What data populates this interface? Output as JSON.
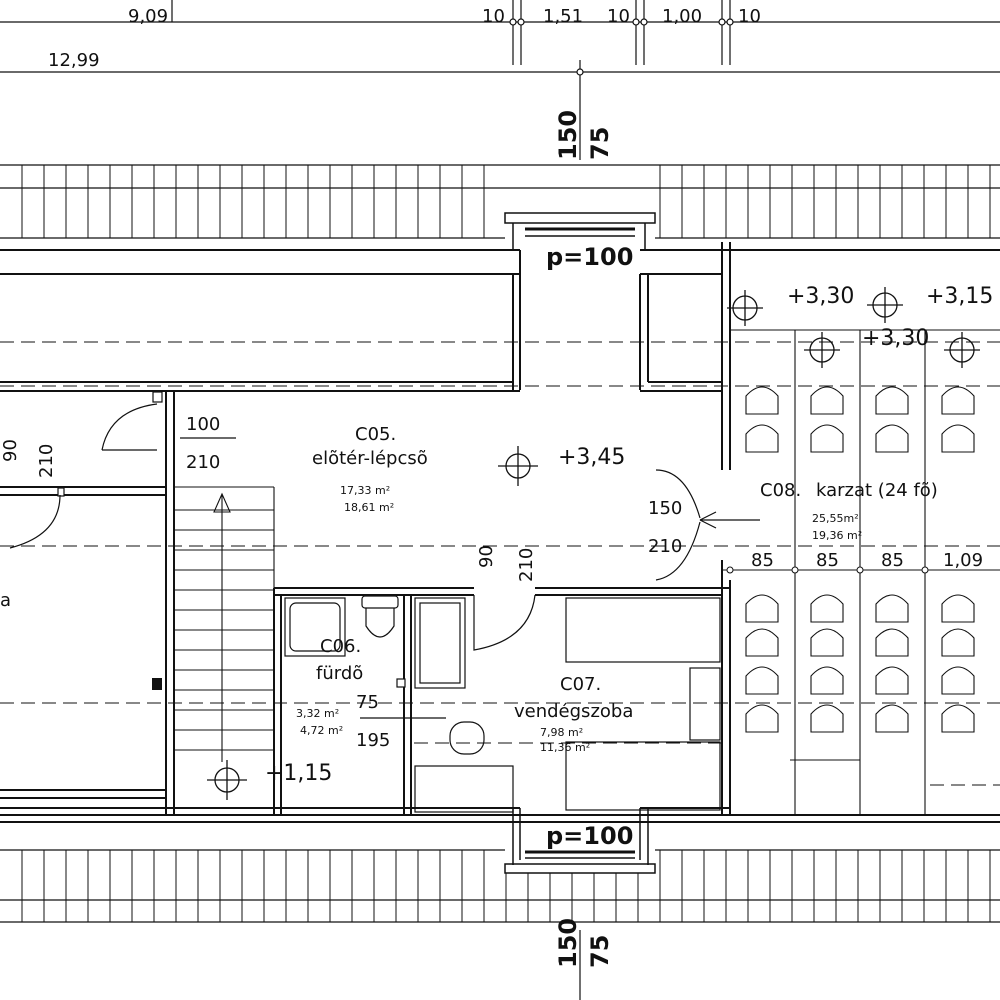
{
  "dimensions": {
    "top_a": "9,09",
    "top_seg": [
      "10",
      "1,51",
      "10",
      "1,00",
      "10"
    ],
    "top_b": "12,99",
    "vertical_top": [
      "150",
      "75"
    ],
    "vertical_bottom": [
      "150",
      "75"
    ],
    "door_c05": [
      "100",
      "210"
    ],
    "door_left": [
      "90",
      "210"
    ],
    "door_c07": [
      "90",
      "210"
    ],
    "door_c08": [
      "150",
      "210"
    ],
    "door_c06": [
      "75",
      "195"
    ],
    "seat_row": [
      "85",
      "85",
      "85",
      "1,09"
    ]
  },
  "parapets": {
    "top": "p=100",
    "bottom": "p=100"
  },
  "levels": {
    "c05": "+3,45",
    "c08_a": "+3,30",
    "c08_b": "+3,15",
    "c08_c": "+3,30",
    "stair": "+1,15"
  },
  "rooms": {
    "c05": {
      "id": "C05.",
      "name": "elõtér-lépcsõ",
      "area1": "17,33 m²",
      "area2": "18,61 m²"
    },
    "c06": {
      "id": "C06.",
      "name": "fürdõ",
      "area1": "3,32 m²",
      "area2": "4,72 m²"
    },
    "c07": {
      "id": "C07.",
      "name": "vendégszoba",
      "area1": "7,98 m²",
      "area2": "11,36 m²"
    },
    "c08": {
      "id": "C08.",
      "name": "karzat (24 fõ)",
      "area1": "25,55m²",
      "area2": "19,36 m²"
    },
    "left_partial": "a"
  }
}
